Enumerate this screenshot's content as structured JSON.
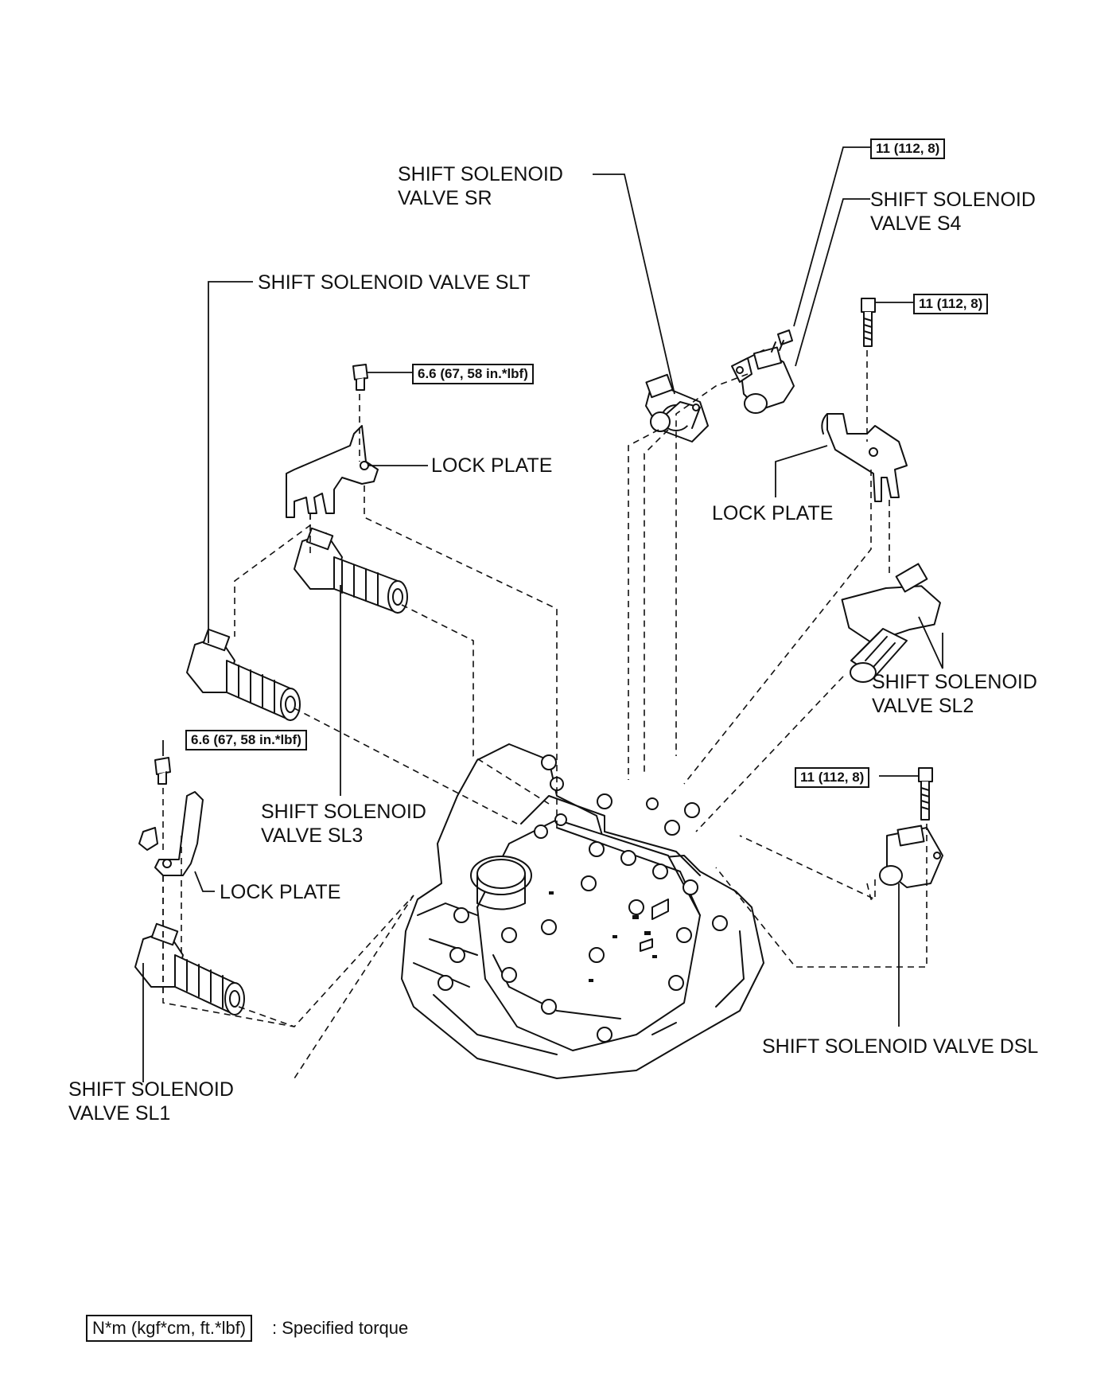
{
  "labels": {
    "sr": [
      "SHIFT SOLENOID",
      "VALVE SR"
    ],
    "s4": [
      "SHIFT SOLENOID",
      "VALVE S4"
    ],
    "slt": "SHIFT SOLENOID VALVE SLT",
    "lock_plate_1": "LOCK PLATE",
    "lock_plate_2": "LOCK PLATE",
    "lock_plate_3": "LOCK PLATE",
    "sl2": [
      "SHIFT SOLENOID",
      "VALVE SL2"
    ],
    "sl3": [
      "SHIFT SOLENOID",
      "VALVE SL3"
    ],
    "sl1": [
      "SHIFT SOLENOID",
      "VALVE SL1"
    ],
    "dsl": "SHIFT SOLENOID VALVE DSL"
  },
  "torques": {
    "s4_bolt": "11 (112, 8)",
    "right_lockplate_bolt": "11 (112, 8)",
    "sl3_lockplate_bolt": "6.6 (67, 58 in.*lbf)",
    "sl1_lockplate_bolt": "6.6 (67, 58 in.*lbf)",
    "dsl_bolt": "11 (112, 8)"
  },
  "legend": {
    "box": "N*m (kgf*cm, ft.*lbf)",
    "text": ": Specified torque"
  }
}
